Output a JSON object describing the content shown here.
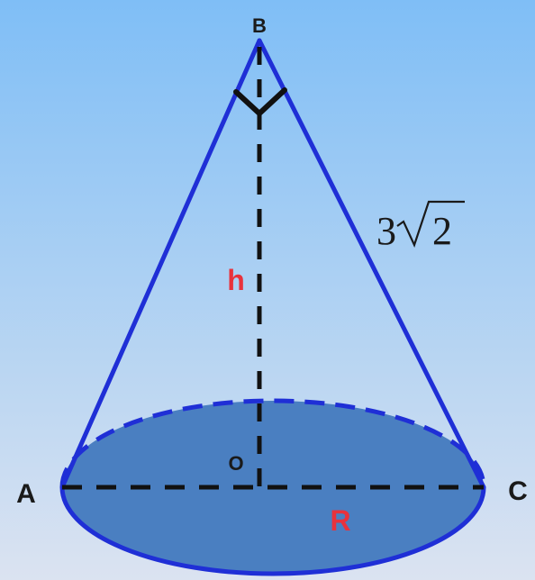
{
  "points": {
    "apex": "B",
    "left": "A",
    "right": "C",
    "center": "O"
  },
  "labels": {
    "height": "h",
    "radius": "R",
    "slant_coefficient": "3",
    "slant_radicand": "2"
  },
  "colors": {
    "cone_edge": "#1f2fd6",
    "base_fill": "#4a7fc1",
    "label_red": "#e8323c",
    "dashed_line": "#111111"
  }
}
